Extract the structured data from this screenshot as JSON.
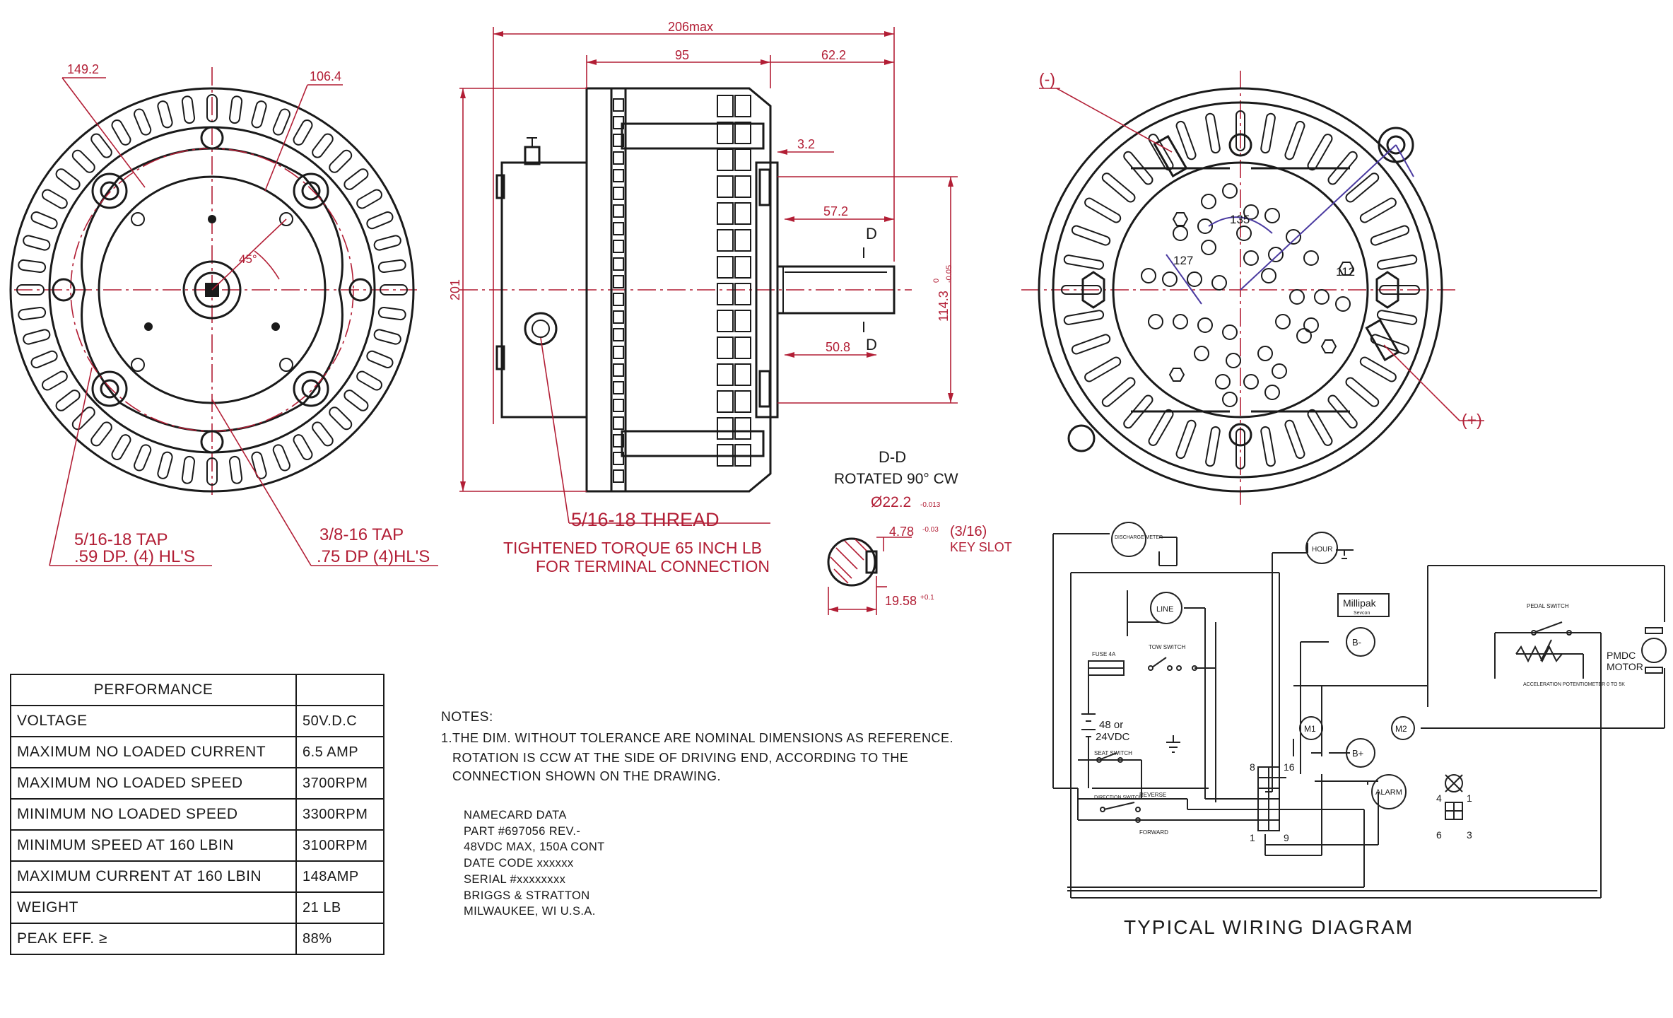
{
  "front_view": {
    "dim_diameter_outer": "149.2",
    "dim_diameter_inner": "106.4",
    "angle": "45°",
    "tap_left_line1": "5/16-18  TAP",
    "tap_left_line2": ".59  DP.  (4)  HL'S",
    "tap_right_line1": "3/8-16  TAP",
    "tap_right_line2": ".75  DP  (4)HL'S"
  },
  "side_view": {
    "dim_overall": "206max",
    "dim_body": "95",
    "dim_front": "62.2",
    "dim_flange": "3.2",
    "dim_shaft": "57.2",
    "dim_shaft_short": "50.8",
    "dim_height": "201",
    "dim_pilot": "114.3",
    "dim_pilot_tol_upper": "0",
    "dim_pilot_tol_lower": "-0.05",
    "section_mark_top": "D",
    "section_mark_bottom": "D",
    "thread_label": "5/16-18  THREAD",
    "torque_line1": "TIGHTENED  TORQUE  65  INCH  LB",
    "torque_line2": "FOR  TERMINAL  CONNECTION"
  },
  "section_view": {
    "title": "D-D",
    "subtitle": "ROTATED  90°  CW",
    "diameter": "Ø22.2",
    "diameter_tol": "-0.013",
    "key_dim": "4.78",
    "key_tol": "-0.03",
    "key_frac": "(3/16)",
    "key_label": "KEY  SLOT",
    "depth_dim": "19.58",
    "depth_tol": "+0.1"
  },
  "rear_view": {
    "minus_label": "(-)",
    "plus_label": "(+)",
    "dim_135": "135",
    "dim_127": "127",
    "dim_112": "112"
  },
  "performance": {
    "header": "PERFORMANCE",
    "rows": [
      {
        "label": "VOLTAGE",
        "value": "50V.D.C"
      },
      {
        "label": "MAXIMUM  NO  LOADED  CURRENT",
        "value": "6.5  AMP"
      },
      {
        "label": "MAXIMUM  NO  LOADED  SPEED",
        "value": "3700RPM"
      },
      {
        "label": "MINIMUM  NO  LOADED  SPEED",
        "value": "3300RPM"
      },
      {
        "label": "MINIMUM  SPEED  AT  160  LBIN",
        "value": "3100RPM"
      },
      {
        "label": "MAXIMUM  CURRENT  AT  160  LBIN",
        "value": "148AMP"
      },
      {
        "label": "WEIGHT",
        "value": "21  LB"
      },
      {
        "label": "PEAK  EFF.  ≥",
        "value": "88%"
      }
    ]
  },
  "notes": {
    "title": "NOTES:",
    "line1": "1.THE  DIM.  WITHOUT  TOLERANCE  ARE  NOMINAL  DIMENSIONS  AS  REFERENCE.",
    "line2": "ROTATION  IS  CCW  AT  THE  SIDE  OF  DRIVING  END,  ACCORDING  TO  THE",
    "line3": "CONNECTION  SHOWN  ON  THE  DRAWING."
  },
  "namecard": {
    "title": "NAMECARD  DATA",
    "part": "PART  #697056  REV.-",
    "rating": "48VDC  MAX,  150A  CONT",
    "date": "DATE  CODE  xxxxxx",
    "serial": "SERIAL  #xxxxxxxx",
    "maker": "BRIGGS  &  STRATTON",
    "city": "MILWAUKEE,  WI  U.S.A."
  },
  "wiring": {
    "title": "TYPICAL  WIRING  DIAGRAM",
    "discharge_meter": "DISCHARGE METER",
    "hour": "HOUR",
    "line": "LINE",
    "millipak": "Millipak",
    "sevcon": "Sevcon",
    "pedal_switch": "PEDAL SWITCH",
    "fuse": "FUSE 4A",
    "tow_switch": "TOW SWITCH",
    "b_minus": "B-",
    "b_plus": "B+",
    "m1": "M1",
    "m2": "M2",
    "battery": "48 or",
    "battery2": "24VDC",
    "seat_switch": "SEAT SWITCH",
    "direction_switch": "DIRECTION SWITCH",
    "reverse": "REVERSE",
    "forward": "FORWARD",
    "alarm": "ALARM",
    "accel": "ACCELERATION POTENTIOMETER 0 TO 5K",
    "pmdc": "PMDC",
    "motor": "MOTOR",
    "pin8": "8",
    "pin16": "16",
    "pin1": "1",
    "pin9": "9",
    "conn4": "4",
    "conn1": "1",
    "conn6": "6",
    "conn3": "3"
  }
}
